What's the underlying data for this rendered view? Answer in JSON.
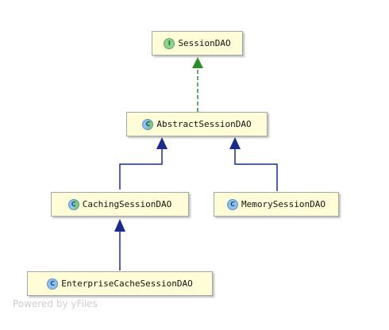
{
  "nodes": {
    "session_dao": {
      "label": "SessionDAO",
      "kind": "interface",
      "badge": "I"
    },
    "abstract_session_dao": {
      "label": "AbstractSessionDAO",
      "kind": "abstract-class",
      "badge": "C"
    },
    "caching_session_dao": {
      "label": "CachingSessionDAO",
      "kind": "abstract-class",
      "badge": "C"
    },
    "memory_session_dao": {
      "label": "MemorySessionDAO",
      "kind": "class",
      "badge": "C"
    },
    "enterprise_cache_session_dao": {
      "label": "EnterpriseCacheSessionDAO",
      "kind": "class",
      "badge": "C"
    }
  },
  "edges": [
    {
      "from": "AbstractSessionDAO",
      "to": "SessionDAO",
      "type": "implements",
      "color": "#2e8b2e"
    },
    {
      "from": "CachingSessionDAO",
      "to": "AbstractSessionDAO",
      "type": "extends",
      "color": "#1c2b8a"
    },
    {
      "from": "MemorySessionDAO",
      "to": "AbstractSessionDAO",
      "type": "extends",
      "color": "#1c2b8a"
    },
    {
      "from": "EnterpriseCacheSessionDAO",
      "to": "CachingSessionDAO",
      "type": "extends",
      "color": "#1c2b8a"
    }
  ],
  "watermark": "Powered by yFiles",
  "colors": {
    "node_fill": "#fefdd8",
    "node_border": "#a6a6a6",
    "implements": "#2e8b2e",
    "extends": "#1c2b8a"
  }
}
